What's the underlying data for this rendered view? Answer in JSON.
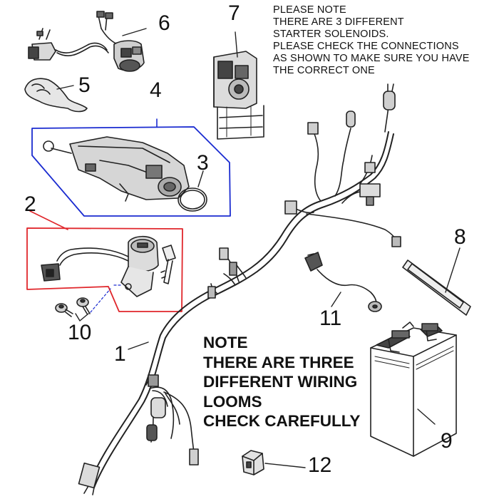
{
  "parts": [
    {
      "id": "harness",
      "label": "1"
    },
    {
      "id": "ignition-switch",
      "label": "2"
    },
    {
      "id": "o-ring",
      "label": "3"
    },
    {
      "id": "starter-motor",
      "label": "4"
    },
    {
      "id": "handlebar-switch-cover",
      "label": "5"
    },
    {
      "id": "handlebar-switch",
      "label": "6"
    },
    {
      "id": "starter-solenoid",
      "label": "7"
    },
    {
      "id": "battery-strap",
      "label": "8"
    },
    {
      "id": "battery",
      "label": "9"
    },
    {
      "id": "screws",
      "label": "10"
    },
    {
      "id": "earth-lead",
      "label": "11"
    },
    {
      "id": "relay",
      "label": "12"
    }
  ],
  "notes": {
    "solenoid_note": [
      "PLEASE NOTE",
      "THERE ARE 3 DIFFERENT",
      "STARTER SOLENOIDS.",
      "PLEASE CHECK THE CONNECTIONS",
      "AS SHOWN TO MAKE SURE YOU HAVE",
      "THE CORRECT ONE"
    ],
    "loom_note": [
      "NOTE",
      "THERE ARE THREE",
      "DIFFERENT WIRING",
      "LOOMS",
      "CHECK CAREFULLY"
    ]
  },
  "colors": {
    "group_starter_outline": "#1a2bd0",
    "group_ignition_outline": "#e0262b",
    "line_art": "#222222"
  }
}
